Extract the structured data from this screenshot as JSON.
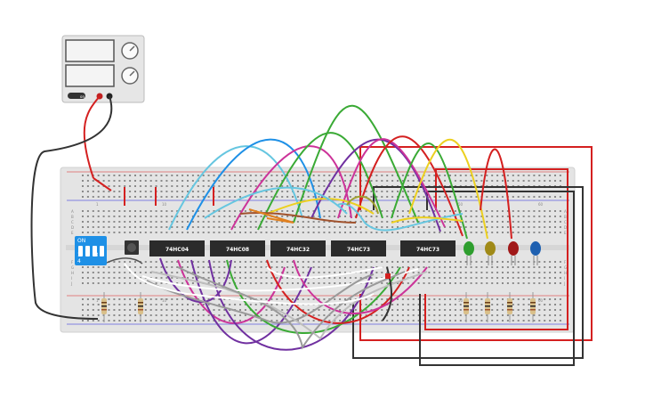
{
  "power_supply": {
    "button_label": "on"
  },
  "dip_switch": {
    "on_label": "ON",
    "numbers": "1 2 3 4"
  },
  "breadboard": {
    "col_numbers_top": [
      "1",
      "10",
      "50",
      "60"
    ],
    "col_numbers_bottom": [
      "1",
      "10",
      "50",
      "60"
    ],
    "row_letters_left": [
      "A",
      "B",
      "C",
      "D",
      "E",
      "F",
      "G",
      "H",
      "I",
      "J"
    ]
  },
  "chips": [
    {
      "label": "74HC04"
    },
    {
      "label": "74HC08"
    },
    {
      "label": "74HC32"
    },
    {
      "label": "74HC73"
    },
    {
      "label": "74HC73"
    }
  ],
  "leds": [
    {
      "color": "green"
    },
    {
      "color": "olive"
    },
    {
      "color": "red"
    },
    {
      "color": "blue"
    }
  ],
  "colors": {
    "board": "#e4e4e4",
    "red_wire": "#d42020",
    "black_wire": "#333333",
    "chip": "#2b2b2b",
    "dip": "#1e90e6"
  }
}
